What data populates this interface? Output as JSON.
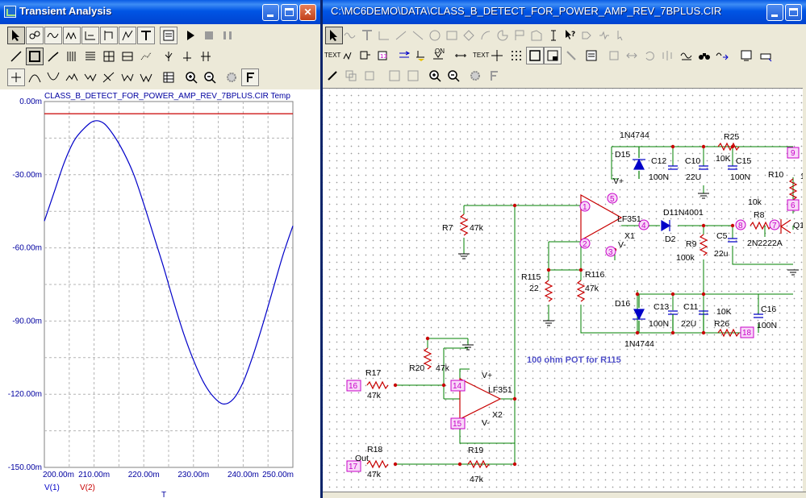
{
  "transient_window": {
    "title": "Transient Analysis",
    "plot_title": "CLASS_B_DETECT_FOR_POWER_AMP_REV_7BPLUS.CIR Temp",
    "y_ticks": [
      "0.00m",
      "-30.00m",
      "-60.00m",
      "-90.00m",
      "-120.00m",
      "-150.00m"
    ],
    "x_ticks": [
      "200.00m",
      "210.00m",
      "220.00m",
      "230.00m",
      "240.00m",
      "250.00m"
    ],
    "x_label": "T",
    "legend": [
      "V(1)",
      "V(2)"
    ],
    "colors": {
      "v1": "#0000c8",
      "v2": "#c80000",
      "axis_text": "#0000a0",
      "grid": "#b4b4b4"
    }
  },
  "chart_data": {
    "type": "line",
    "xlabel": "T",
    "ylabel": "",
    "xlim": [
      200,
      250
    ],
    "ylim": [
      -150,
      0
    ],
    "x_units": "ms",
    "y_units": "mV",
    "series": [
      {
        "name": "V(1)",
        "color": "#0000c8",
        "x": [
          200,
          202,
          204,
          206,
          208,
          210,
          212,
          214,
          216,
          218,
          220,
          222,
          224,
          226,
          228,
          230,
          232,
          234,
          236,
          238,
          240,
          242,
          244,
          246,
          248,
          250
        ],
        "y": [
          -49,
          -37,
          -25,
          -16,
          -11,
          -8,
          -9,
          -14,
          -21,
          -30,
          -42,
          -55,
          -68,
          -82,
          -95,
          -106,
          -115,
          -121,
          -124,
          -122,
          -115,
          -104,
          -91,
          -77,
          -63,
          -51
        ]
      },
      {
        "name": "V(2)",
        "color": "#c80000",
        "x": [
          200,
          250
        ],
        "y": [
          -5,
          -5
        ]
      }
    ]
  },
  "schematic_window": {
    "title": "C:\\MC6DEMO\\DATA\\CLASS_B_DETECT_FOR_POWER_AMP_REV_7BPLUS.CIR",
    "toolbar_text_1": "TEXT",
    "toolbar_text_2": "TEXT",
    "toolbar_on": "ON",
    "labels": {
      "d15": "D15",
      "d15_part": "1N4744",
      "c12": "C12",
      "c12_val": "100N",
      "c10": "C10",
      "c10_val": "22U",
      "r25": "R25",
      "r25_val": "10K",
      "c15": "C15",
      "c15_val": "100N",
      "r10": "R10",
      "r10_val": "1",
      "node9": "9",
      "node6": "6",
      "vplus": "V+",
      "vminus": "V-",
      "node5": "5",
      "node1": "1",
      "node2": "2",
      "node3": "3",
      "node4": "4",
      "lf351_a": "LF351",
      "x1": "X1",
      "d1": "D1",
      "d1_part": "1N4001",
      "d2": "D2",
      "r8_val": "10k",
      "r8": "R8",
      "node8": "8",
      "node7": "7",
      "q1": "Q1",
      "r9": "R9",
      "r9_val": "100k",
      "c5": "C5",
      "c5_val": "22u",
      "q_part": "2N2222A",
      "r7": "R7",
      "r7_val": "47k",
      "r115": "R115",
      "r115_val": "22",
      "r116": "R116",
      "r116_val": "47k",
      "d16": "D16",
      "d16_part": "1N4744",
      "c13": "C13",
      "c13_val": "100N",
      "c11": "C11",
      "c11_val": "22U",
      "r26_val": "10K",
      "r26": "R26",
      "c16": "C16",
      "c16_val": "100N",
      "node18": "18",
      "note": "100 ohm POT for R115",
      "r17": "R17",
      "r17_val": "47k",
      "node16": "16",
      "r20": "R20",
      "r20_val": "47k",
      "node14": "14",
      "node15": "15",
      "lf351_b": "LF351",
      "x2": "X2",
      "r18": "R18",
      "r18_val": "47k",
      "out": "Out",
      "node17": "17",
      "r19": "R19",
      "r19_val": "47k"
    },
    "colors": {
      "wire": "#008000",
      "part": "#c80000",
      "label": "#000000",
      "node": "#c800c8",
      "note": "#5050c8"
    }
  }
}
